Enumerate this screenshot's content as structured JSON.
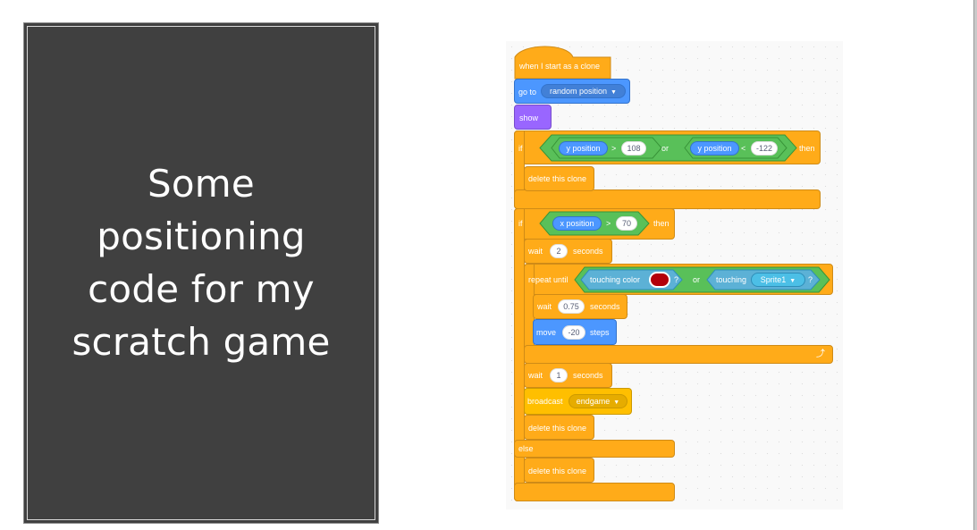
{
  "slide": {
    "title": "Some positioning code for my scratch game"
  },
  "script": {
    "hat": "when I start as a clone",
    "goto": {
      "label": "go to",
      "menu": "random position"
    },
    "show": "show",
    "if1": {
      "keyword": "if",
      "then": "then",
      "left": {
        "reporter": "y position",
        "op": ">",
        "value": "108"
      },
      "or": "or",
      "right": {
        "reporter": "y position",
        "op": "<",
        "value": "-122"
      },
      "body": "delete this clone"
    },
    "if2": {
      "keyword": "if",
      "then": "then",
      "cond": {
        "reporter": "x position",
        "op": ">",
        "value": "70"
      },
      "wait1": {
        "label": "wait",
        "value": "2",
        "unit": "seconds"
      },
      "repeat": {
        "label": "repeat until",
        "left": {
          "label": "touching color",
          "suffix": "?",
          "color": "#b3000a"
        },
        "or": "or",
        "right": {
          "label": "touching",
          "menu": "Sprite1",
          "suffix": "?"
        },
        "wait": {
          "label": "wait",
          "value": "0.75",
          "unit": "seconds"
        },
        "move": {
          "label": "move",
          "value": "-20",
          "unit": "steps"
        }
      },
      "wait2": {
        "label": "wait",
        "value": "1",
        "unit": "seconds"
      },
      "broadcast": {
        "label": "broadcast",
        "menu": "endgame"
      },
      "delete": "delete this clone",
      "else": "else",
      "else_delete": "delete this clone"
    }
  }
}
